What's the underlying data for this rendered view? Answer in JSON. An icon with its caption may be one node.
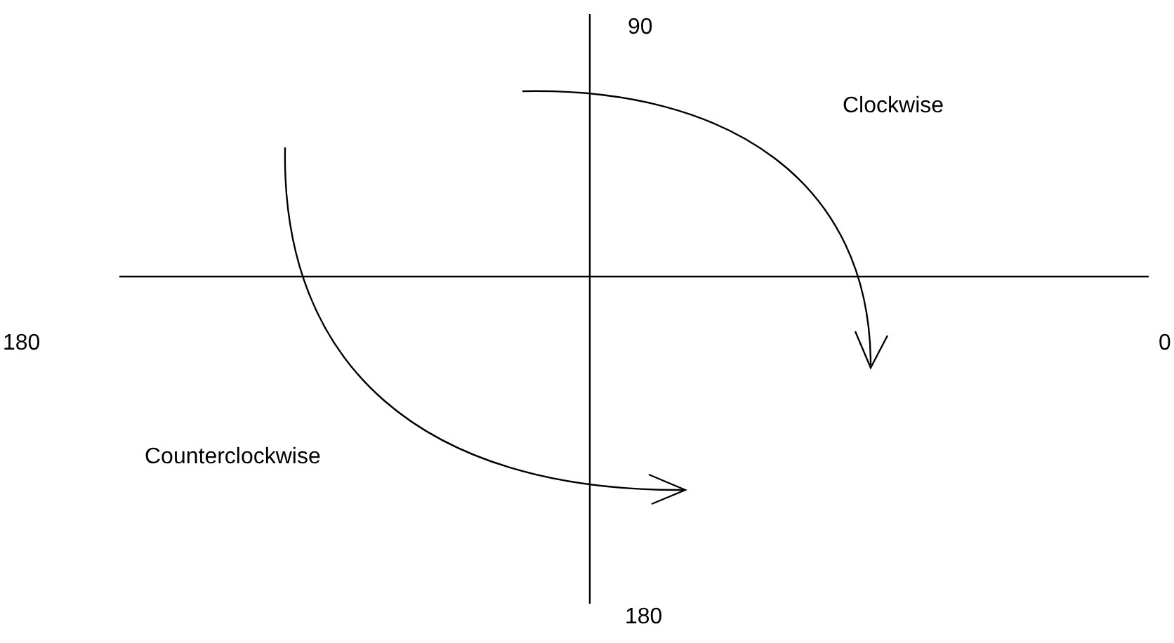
{
  "diagram": {
    "labels": [
      "90",
      "Clockwise",
      "180",
      "0",
      "Counterclockwise",
      "180"
    ]
  }
}
